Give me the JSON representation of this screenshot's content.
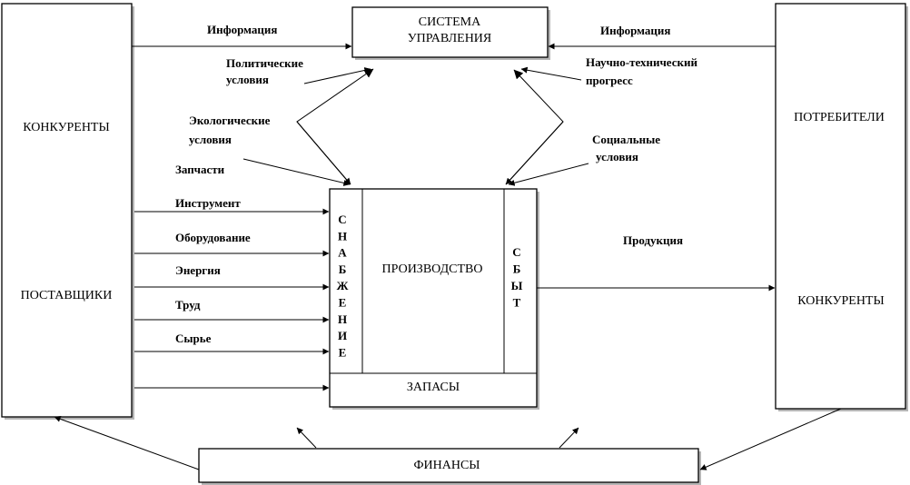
{
  "blocks": {
    "control_system": [
      "СИСТЕМА",
      "УПРАВЛЕНИЯ"
    ],
    "competitors_left": "КОНКУРЕНТЫ",
    "suppliers": "ПОСТАВЩИКИ",
    "consumers": "ПОТРЕБИТЕЛИ",
    "competitors_right": "КОНКУРЕНТЫ",
    "production": "ПРОИЗВОДСТВО",
    "supply": "СНАБЖЕНИЕ",
    "sales": "СБЫТ",
    "stocks": "ЗАПАСЫ",
    "finance": "ФИНАНСЫ"
  },
  "labels": {
    "info_left": "Информация",
    "info_right": "Информация",
    "political": [
      "Политические",
      "условия"
    ],
    "scientific": [
      "Научно-технический",
      "прогресс"
    ],
    "ecological": [
      "Экологические",
      "условия"
    ],
    "social": [
      "Социальные",
      "условия"
    ],
    "spare_parts": "Запчасти",
    "tools": "Инструмент",
    "equipment": "Оборудование",
    "energy": "Энергия",
    "labor": "Труд",
    "raw_materials": "Сырье",
    "products": "Продукция"
  }
}
